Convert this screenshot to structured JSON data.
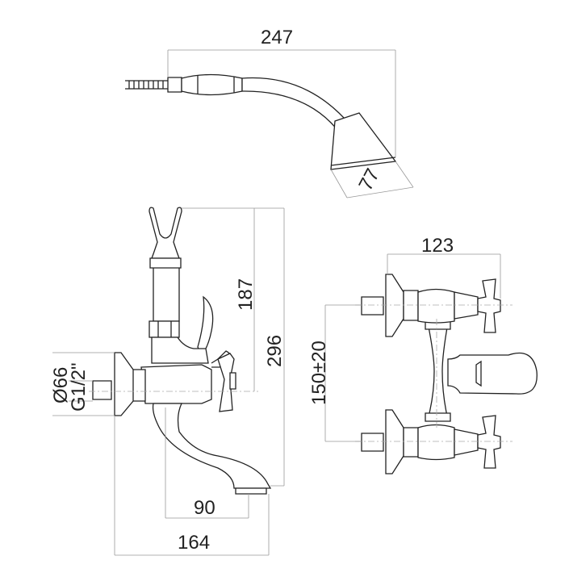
{
  "dimensions": {
    "hand_shower_length": "247",
    "hand_shower_head": "77",
    "holder_height": "187",
    "total_height": "296",
    "flange_diameter": "Ø66",
    "thread": "G1/2\"",
    "spout_reach": "90",
    "total_projection": "164",
    "front_width": "123",
    "centers": "150±20"
  }
}
